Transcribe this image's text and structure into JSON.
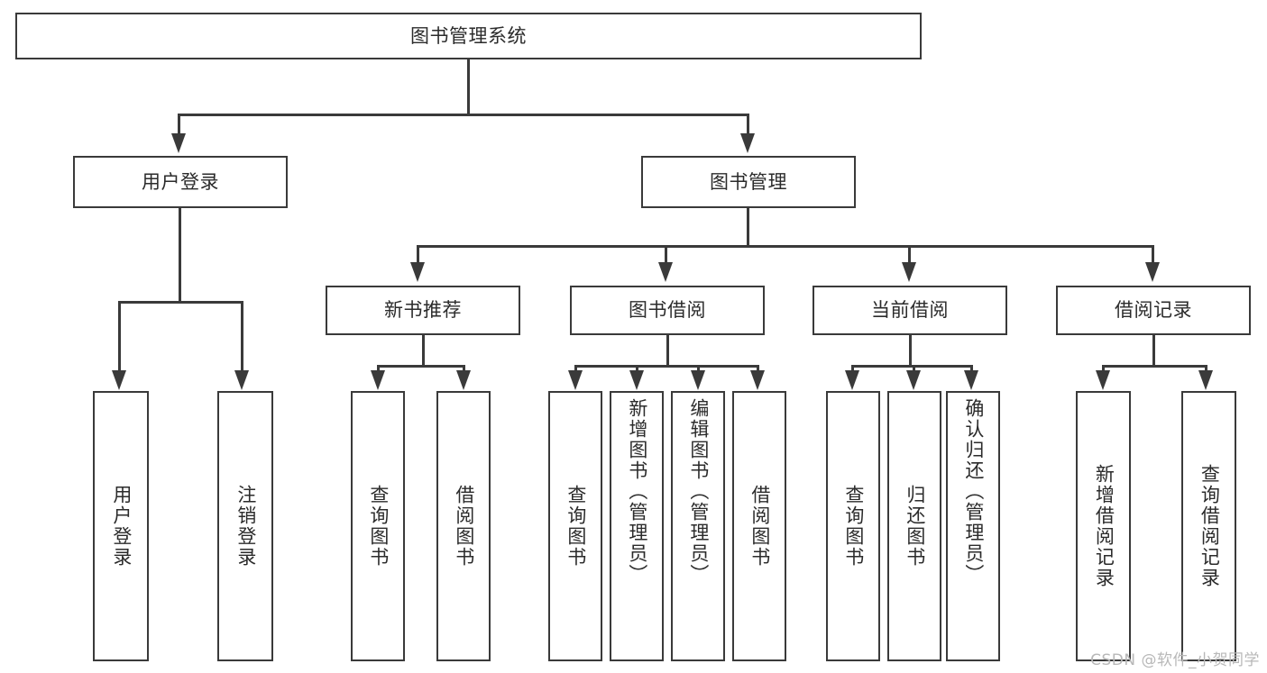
{
  "diagram": {
    "title": "图书管理系统",
    "type": "hierarchy-tree",
    "root": {
      "label": "图书管理系统"
    },
    "level2": [
      {
        "label": "用户登录"
      },
      {
        "label": "图书管理"
      }
    ],
    "level3": [
      {
        "label": "新书推荐"
      },
      {
        "label": "图书借阅"
      },
      {
        "label": "当前借阅"
      },
      {
        "label": "借阅记录"
      }
    ],
    "leaves": {
      "user_login": [
        {
          "label": "用户登录"
        },
        {
          "label": "注销登录"
        }
      ],
      "new_book": [
        {
          "label": "查询图书"
        },
        {
          "label": "借阅图书"
        }
      ],
      "book_borrow": [
        {
          "label": "查询图书"
        },
        {
          "label": "新增图书（管理员）"
        },
        {
          "label": "编辑图书（管理员）"
        },
        {
          "label": "借阅图书"
        }
      ],
      "current_borrow": [
        {
          "label": "查询图书"
        },
        {
          "label": "归还图书"
        },
        {
          "label": "确认归还（管理员）"
        }
      ],
      "borrow_record": [
        {
          "label": "新增借阅记录"
        },
        {
          "label": "查询借阅记录"
        }
      ]
    }
  },
  "watermark": {
    "text": "CSDN @软件_小贺同学"
  },
  "colors": {
    "stroke": "#3a3a3a",
    "text": "#2b2b2b",
    "background": "#ffffff",
    "watermark": "#b8b8b8"
  }
}
